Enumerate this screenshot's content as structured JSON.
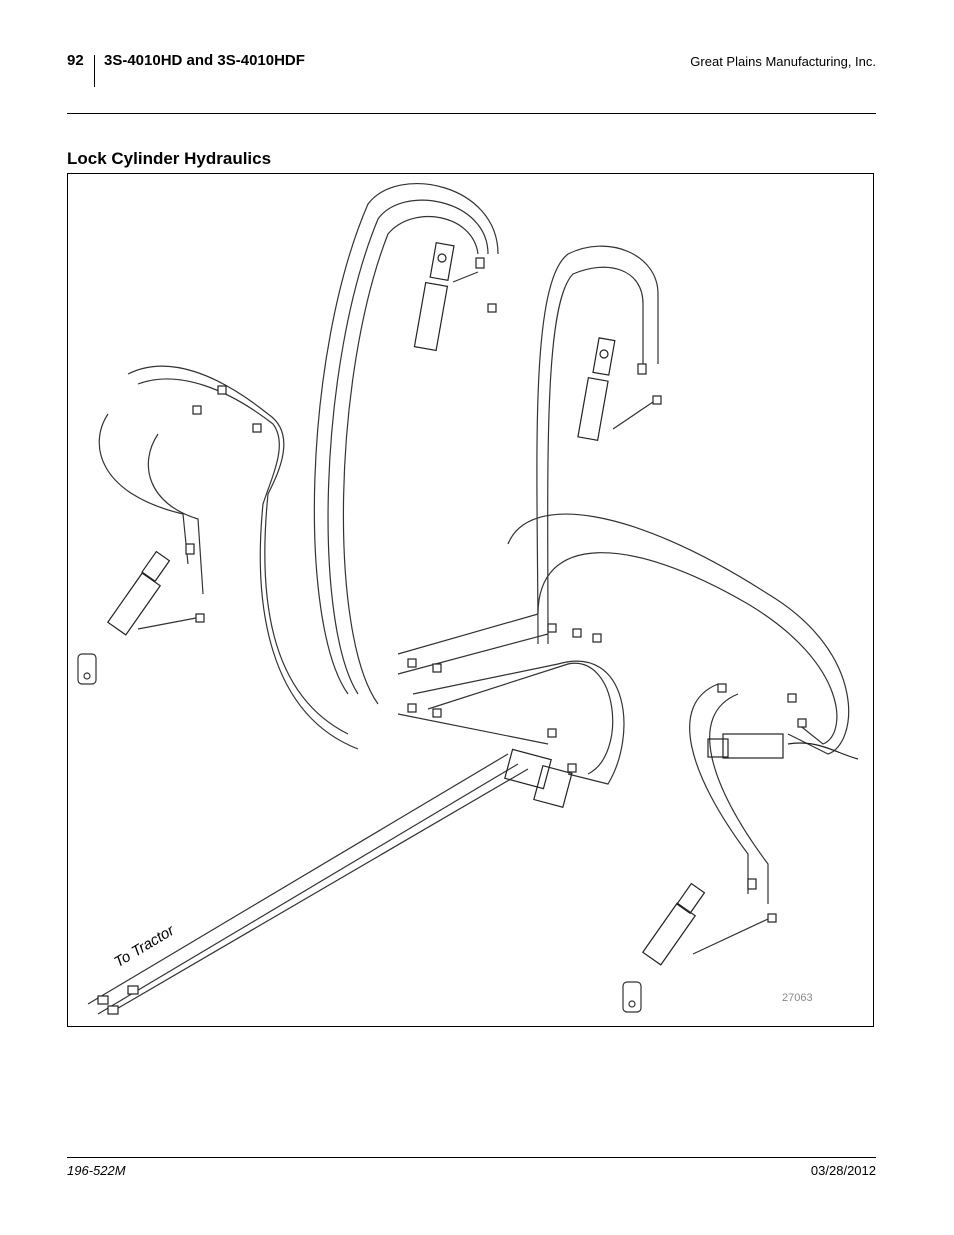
{
  "header": {
    "page_number": "92",
    "doc_title": "3S-4010HD and 3S-4010HDF",
    "company": "Great Plains Manufacturing, Inc."
  },
  "section": {
    "title": "Lock Cylinder Hydraulics"
  },
  "figure": {
    "label_to_tractor": "To Tractor",
    "figure_id": "27063"
  },
  "footer": {
    "part_number": "196-522M",
    "date": "03/28/2012"
  }
}
